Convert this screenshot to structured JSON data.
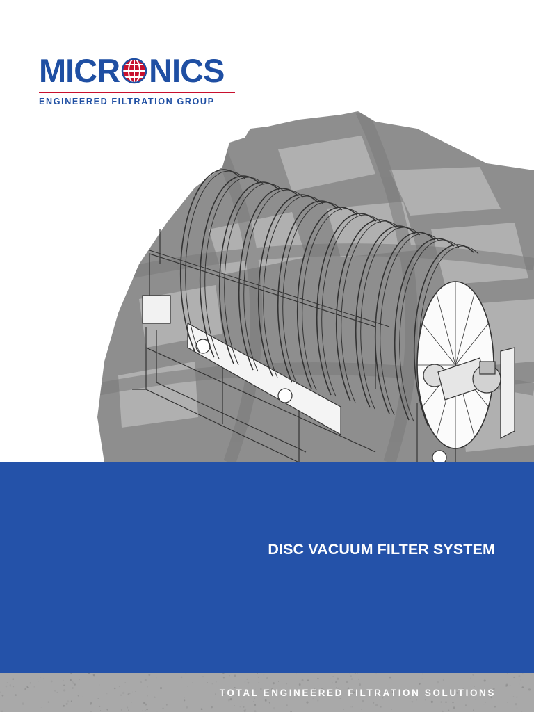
{
  "brand": {
    "name_left": "MICR",
    "name_right": "NICS",
    "tagline": "ENGINEERED FILTRATION GROUP",
    "primary_color": "#1f4fa3",
    "accent_color": "#c8102e"
  },
  "document": {
    "title": "DISC VACUUM FILTER SYSTEM",
    "footer_tagline": "TOTAL ENGINEERED FILTRATION SOLUTIONS",
    "band_color": "#2452a9",
    "footer_color": "#a9a9a9"
  },
  "illustration": {
    "subject": "disc vacuum filter machine line drawing",
    "disc_count": 13
  }
}
